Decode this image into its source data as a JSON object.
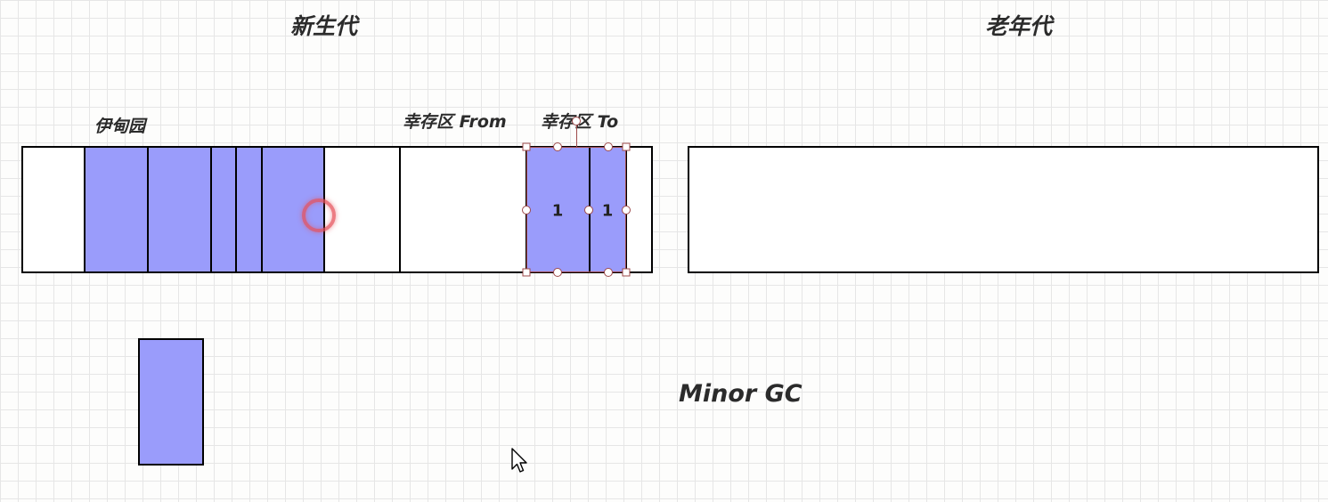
{
  "titles": {
    "young_gen": "新生代",
    "old_gen": "老年代"
  },
  "labels": {
    "eden": "伊甸园",
    "survivor_from": "幸存区 From",
    "survivor_to": "幸存区 To",
    "minor_gc": "Minor GC"
  },
  "survivor_to_objects": [
    {
      "age": "1"
    },
    {
      "age": "1"
    }
  ],
  "colors": {
    "object_fill": "#9a9cfb",
    "border": "#000000",
    "selection": "#9e4a4a"
  },
  "icons": [
    "click-indicator-icon",
    "mouse-cursor-icon"
  ]
}
